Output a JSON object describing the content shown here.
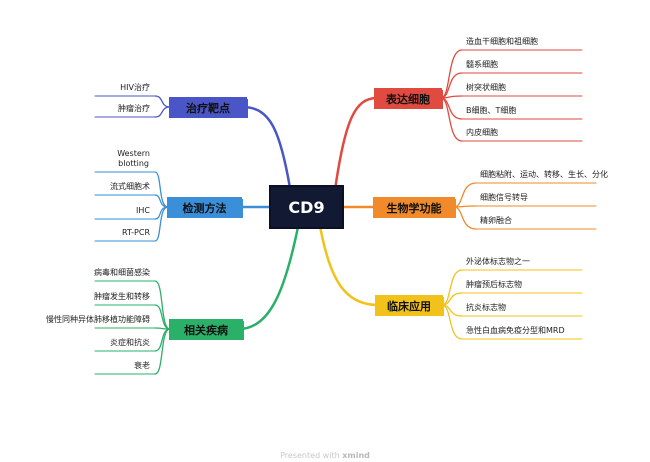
{
  "central": "CD9",
  "branches": {
    "expression": {
      "label": "表达细胞",
      "color": "#e04a3f",
      "items": [
        "造血干细胞和祖细胞",
        "髓系细胞",
        "树突状细胞",
        "B细胞、T细胞",
        "内皮细胞"
      ]
    },
    "function": {
      "label": "生物学功能",
      "color": "#f08a2a",
      "items": [
        "细胞粘附、运动、转移、生长、分化",
        "细胞信号转导",
        "精卵融合"
      ]
    },
    "clinical": {
      "label": "临床应用",
      "color": "#f2c21a",
      "items": [
        "外泌体标志物之一",
        "肿瘤预后标志物",
        "抗炎标志物",
        "急性白血病免疫分型和MRD"
      ]
    },
    "target": {
      "label": "治疗靶点",
      "color": "#4a55c8",
      "items": [
        "HIV治疗",
        "肿瘤治疗"
      ]
    },
    "detection": {
      "label": "检测方法",
      "color": "#3a8fd8",
      "items": [
        "Western\nblotting",
        "流式细胞术",
        "IHC",
        "RT-PCR"
      ]
    },
    "disease": {
      "label": "相关疾病",
      "color": "#2bb069",
      "items": [
        "病毒和细菌感染",
        "肿瘤发生和转移",
        "慢性同种异体肺移植功能障碍",
        "炎症和抗炎",
        "衰老"
      ]
    }
  },
  "footer": {
    "prefix": "Presented with",
    "brand": "xmind"
  }
}
